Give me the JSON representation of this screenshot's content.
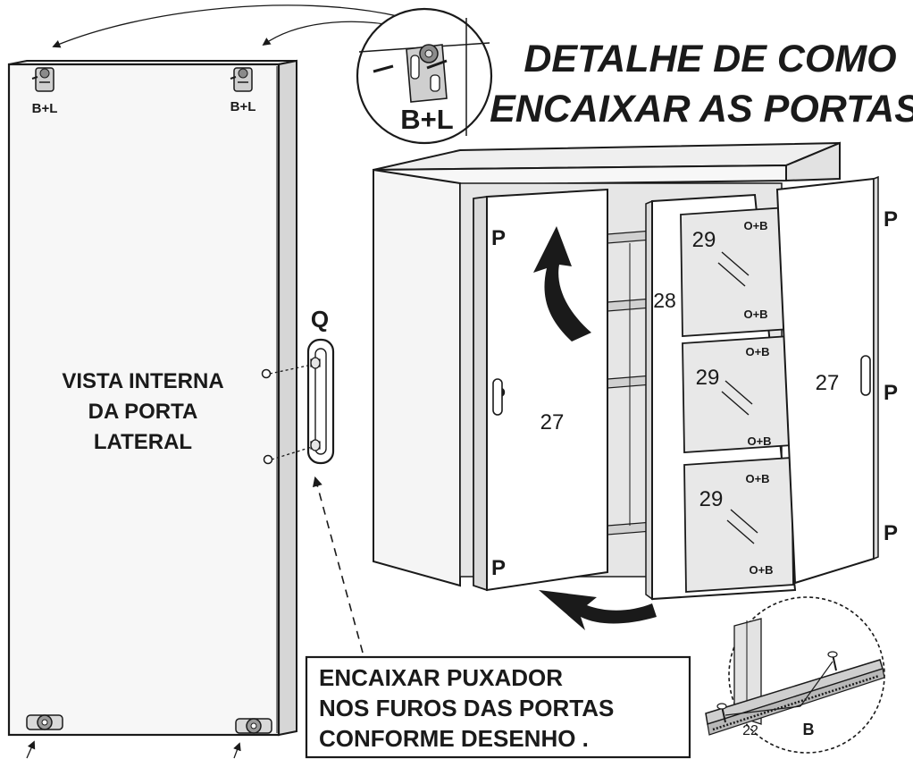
{
  "title": {
    "line1": "DETALHE  DE  COMO",
    "line2": "ENCAIXAR  AS PORTAS"
  },
  "side_panel": {
    "label_lines": [
      "VISTA INTERNA",
      "DA PORTA",
      "LATERAL"
    ],
    "hinge_label_left": "B+L",
    "hinge_label_right": "B+L"
  },
  "zoom_hinge_label": "B+L",
  "handle_label": "Q",
  "instruction_lines": [
    "ENCAIXAR PUXADOR",
    "NOS FUROS DAS PORTAS",
    "CONFORME DESENHO ."
  ],
  "cabinet": {
    "part_left_door": "27",
    "part_right_door": "27",
    "part_frame": "28",
    "part_glass": "29",
    "marker_p": "P",
    "marker_ob": "O+B"
  },
  "rail_detail": {
    "part": "22",
    "marker": "B"
  },
  "colors": {
    "line": "#1a1a1a",
    "panel_fill": "#f3f3f3",
    "shade": "#dedede",
    "background": "#ffffff"
  }
}
